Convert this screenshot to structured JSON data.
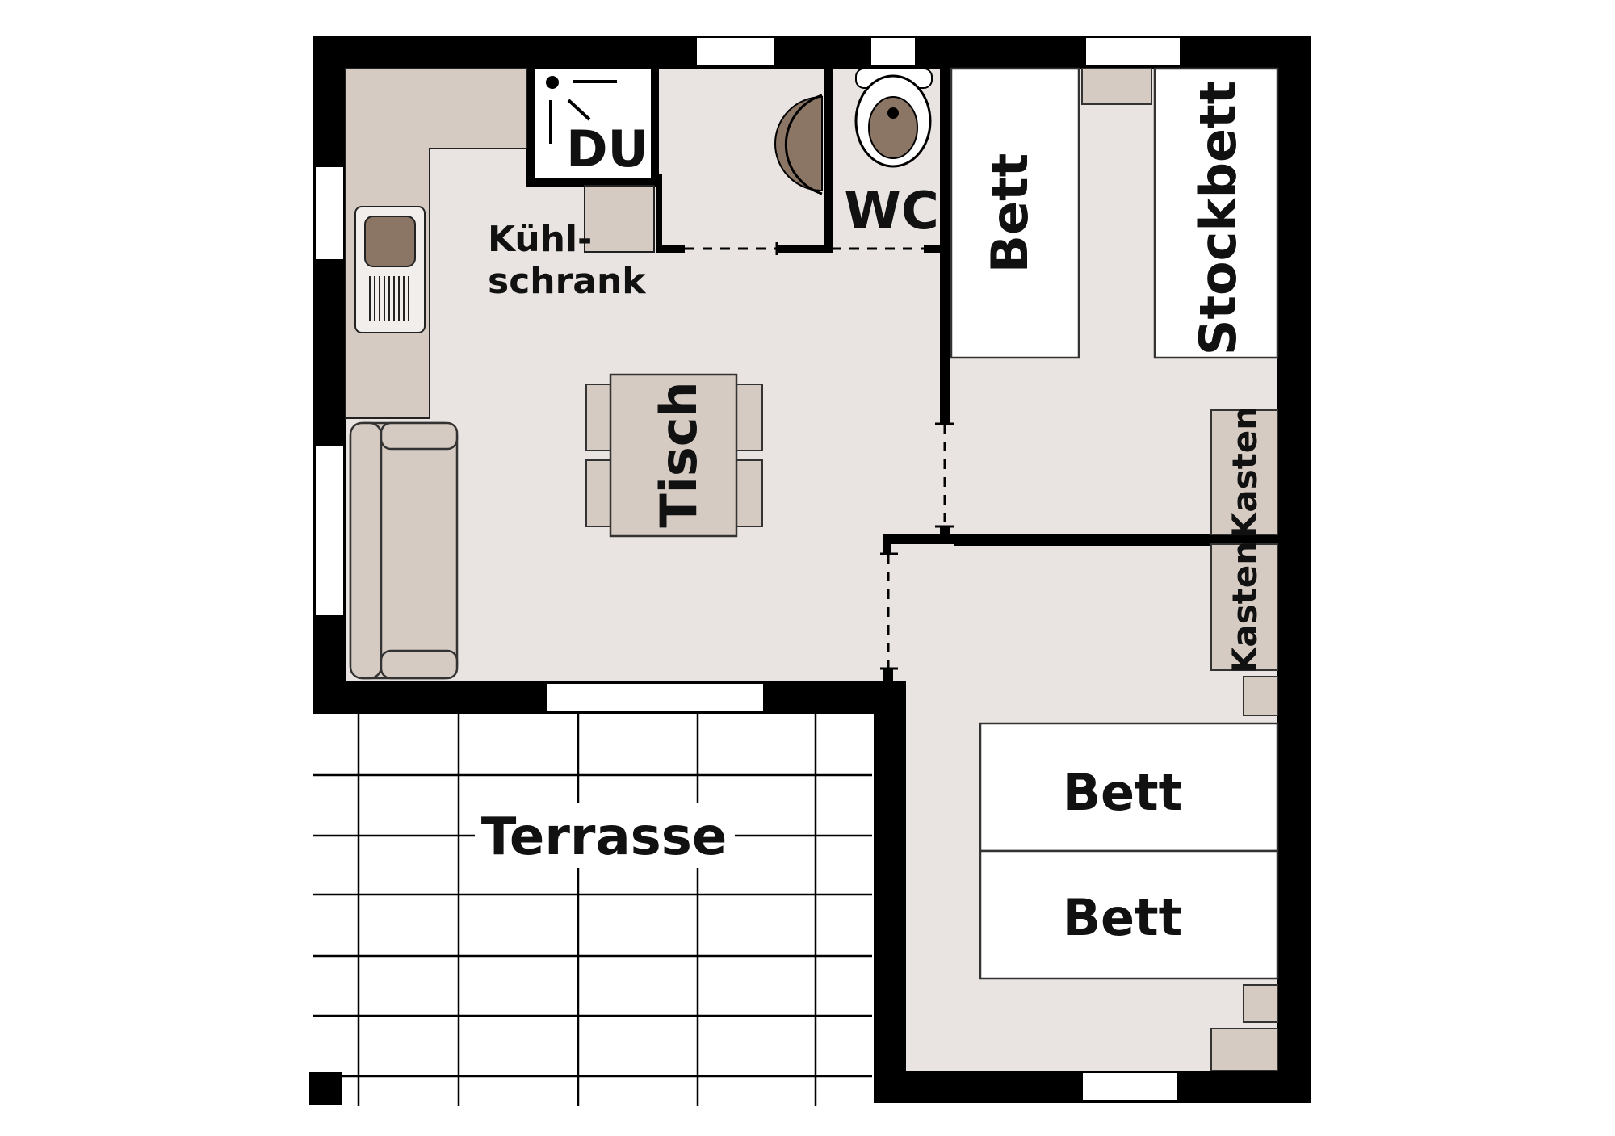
{
  "labels": {
    "shower": "DU",
    "wc": "WC",
    "fridge_line1": "Kühl-",
    "fridge_line2": "schrank",
    "table": "Tisch",
    "bed_room1": "Bett",
    "bunk_bed": "Stockbett",
    "cabinet_upper": "Kasten",
    "cabinet_lower": "Kasten",
    "bed_room2_top": "Bett",
    "bed_room2_bottom": "Bett",
    "terrace": "Terrasse"
  },
  "colors": {
    "wall": "#000000",
    "floor": "#e9e4e1",
    "kitchen_furniture": "#d6cbc3",
    "brown_fixture": "#8b7565",
    "window": "#ffffff"
  }
}
